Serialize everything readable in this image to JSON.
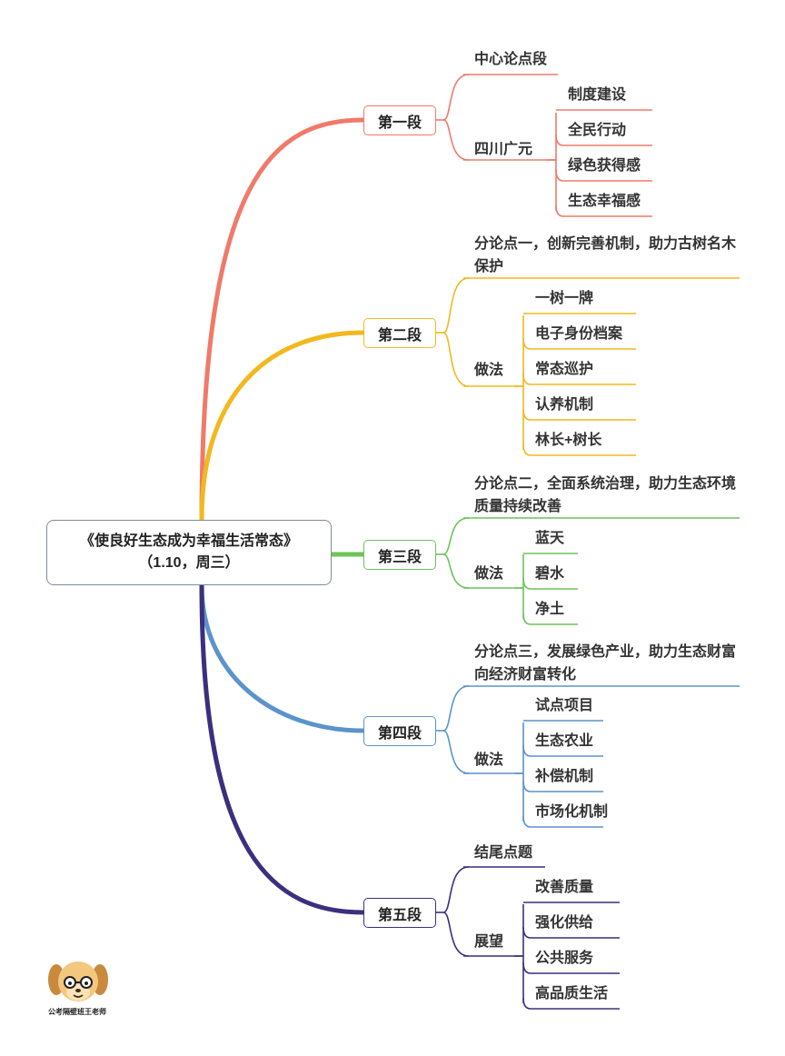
{
  "root": {
    "line1": "《使良好生态成为幸福生活常态》",
    "line2": "（1.10，周三）"
  },
  "sections": [
    {
      "label": "第一段",
      "color": "#f07a6a",
      "children": [
        {
          "label": "中心论点段"
        },
        {
          "label": "四川广元",
          "children": [
            "制度建设",
            "全民行动",
            "绿色获得感",
            "生态幸福感"
          ]
        }
      ]
    },
    {
      "label": "第二段",
      "color": "#f2b81f",
      "children": [
        {
          "label": "分论点一，创新完善机制，助力古树名木保护"
        },
        {
          "label": "做法",
          "children": [
            "一树一牌",
            "电子身份档案",
            "常态巡护",
            "认养机制",
            "林长+树长"
          ]
        }
      ]
    },
    {
      "label": "第三段",
      "color": "#6cc35a",
      "children": [
        {
          "label": "分论点二，全面系统治理，助力生态环境质量持续改善"
        },
        {
          "label": "做法",
          "children": [
            "蓝天",
            "碧水",
            "净土"
          ]
        }
      ]
    },
    {
      "label": "第四段",
      "color": "#5b93cc",
      "children": [
        {
          "label": "分论点三，发展绿色产业，助力生态财富向经济财富转化"
        },
        {
          "label": "做法",
          "children": [
            "试点项目",
            "生态农业",
            "补偿机制",
            "市场化机制"
          ]
        }
      ]
    },
    {
      "label": "第五段",
      "color": "#3b2f7e",
      "children": [
        {
          "label": "结尾点题"
        },
        {
          "label": "展望",
          "children": [
            "改善质量",
            "强化供给",
            "公共服务",
            "高品质生活"
          ]
        }
      ]
    }
  ],
  "watermark": {
    "text": "公考隔壁班王老师",
    "icon": "dog-cartoon-icon"
  }
}
